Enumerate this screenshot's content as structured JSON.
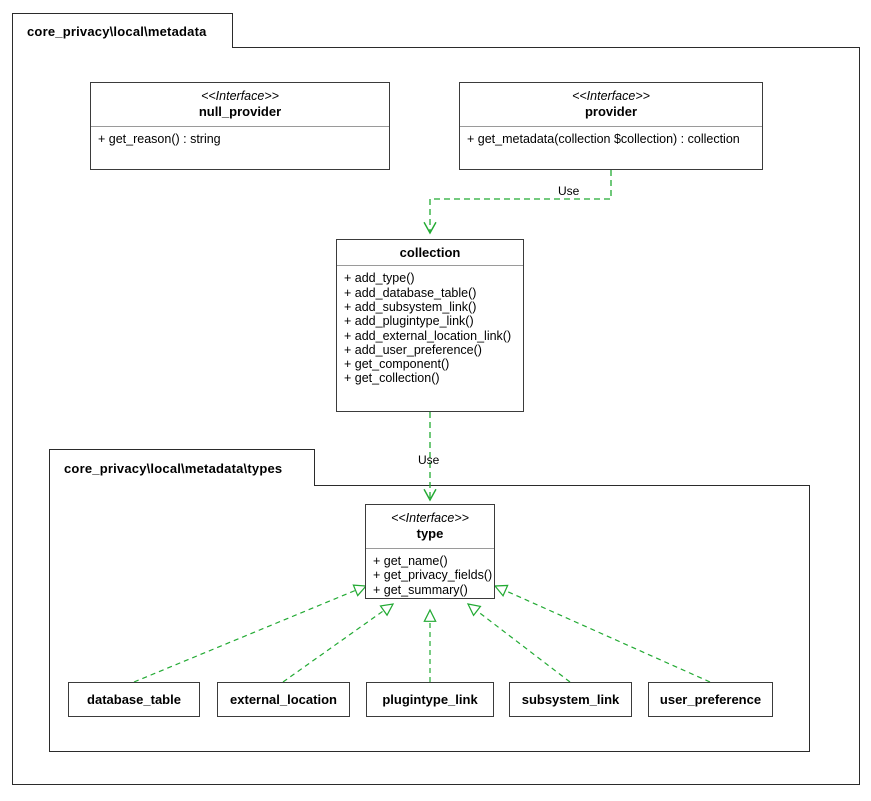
{
  "diagram": {
    "kind": "uml-class-diagram",
    "style": "hand-drawn",
    "colors": {
      "background": "#ffffff",
      "border": "#3b3b3b",
      "package_border": "#2b2b2b",
      "relation_green": "#22aa33",
      "separator": "#9a9a9a",
      "text": "#000000"
    }
  },
  "packages": {
    "outer": {
      "name": "core_privacy\\local\\metadata"
    },
    "inner": {
      "name": "core_privacy\\local\\metadata\\types"
    }
  },
  "classes": {
    "null_provider": {
      "stereotype": "<<Interface>>",
      "name": "null_provider",
      "members": [
        "+ get_reason() : string"
      ]
    },
    "provider": {
      "stereotype": "<<Interface>>",
      "name": "provider",
      "members": [
        "+ get_metadata(collection $collection) : collection"
      ]
    },
    "collection": {
      "stereotype": "",
      "name": "collection",
      "members": [
        "+ add_type()",
        "+ add_database_table()",
        "+ add_subsystem_link()",
        "+ add_plugintype_link()",
        "+ add_external_location_link()",
        "+ add_user_preference()",
        "+ get_component()",
        "+ get_collection()"
      ]
    },
    "type": {
      "stereotype": "<<Interface>>",
      "name": "type",
      "members": [
        "+ get_name()",
        "+ get_privacy_fields()",
        "+ get_summary()"
      ]
    },
    "database_table": {
      "name": "database_table"
    },
    "external_location": {
      "name": "external_location"
    },
    "plugintype_link": {
      "name": "plugintype_link"
    },
    "subsystem_link": {
      "name": "subsystem_link"
    },
    "user_preference": {
      "name": "user_preference"
    }
  },
  "relations": {
    "provider_to_collection": {
      "label": "Use",
      "kind": "dependency"
    },
    "collection_to_type": {
      "label": "Use",
      "kind": "dependency"
    },
    "realizations": [
      {
        "from": "database_table",
        "to": "type",
        "kind": "realization"
      },
      {
        "from": "external_location",
        "to": "type",
        "kind": "realization"
      },
      {
        "from": "plugintype_link",
        "to": "type",
        "kind": "realization"
      },
      {
        "from": "subsystem_link",
        "to": "type",
        "kind": "realization"
      },
      {
        "from": "user_preference",
        "to": "type",
        "kind": "realization"
      }
    ]
  }
}
